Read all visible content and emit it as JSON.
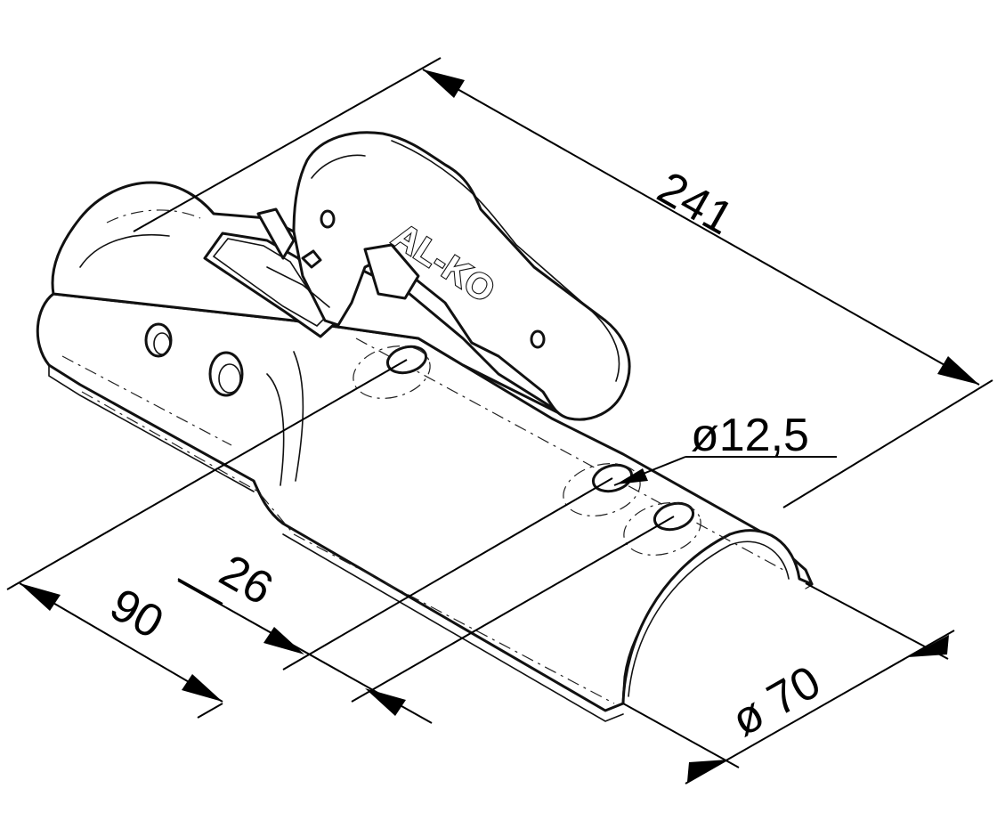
{
  "drawing": {
    "brand_label": "AL-KO",
    "dimensions": {
      "length": "241",
      "hole_diameter": "ø12,5",
      "hole_spacing": "26",
      "offset": "90",
      "tube_diameter": "ø 70"
    }
  }
}
